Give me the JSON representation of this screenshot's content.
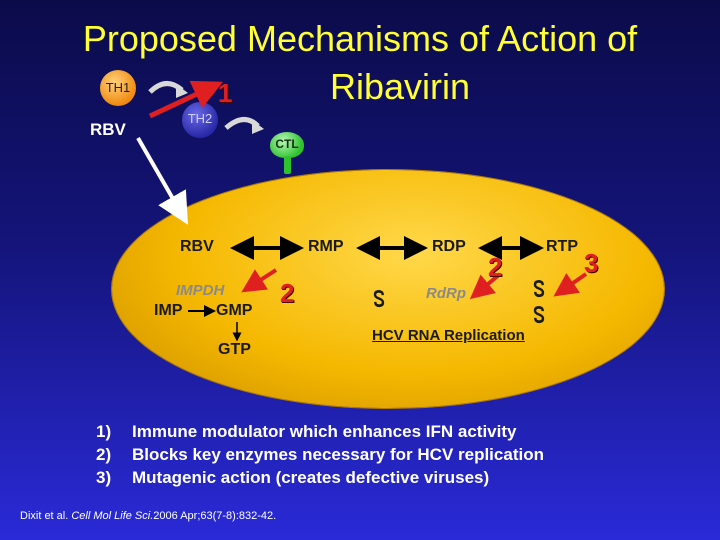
{
  "title": {
    "line1": "Proposed Mechanisms of Action of",
    "line2": "Ribavirin"
  },
  "immune": {
    "th1": "TH1",
    "th2": "TH2",
    "ctl": "CTL",
    "rbv": "RBV",
    "marker": "1"
  },
  "pathway": {
    "nodes": [
      "RBV",
      "RMP",
      "RDP",
      "RTP"
    ],
    "impdh": "IMPDH",
    "imp": "IMP",
    "gmp": "GMP",
    "gtp": "GTP",
    "rdrp": "RdRp",
    "hcv_replication": "HCV RNA Replication",
    "marker_2a": "2",
    "marker_2b": "2",
    "marker_3": "3",
    "rna_glyph": "ᔕ"
  },
  "mechanisms": [
    {
      "num": "1)",
      "text": "Immune modulator which enhances IFN activity"
    },
    {
      "num": "2)",
      "text": "Blocks key enzymes necessary for HCV replication"
    },
    {
      "num": "3)",
      "text": "Mutagenic action (creates defective viruses)"
    }
  ],
  "citation": {
    "authors": "Dixit et al. ",
    "journal": "Cell Mol Life Sci.",
    "details": "2006 Apr;63(7-8):832-42."
  },
  "colors": {
    "title": "#ffff33",
    "cell": "#f5b800",
    "marker": "#e02020",
    "background": "#14147a"
  }
}
